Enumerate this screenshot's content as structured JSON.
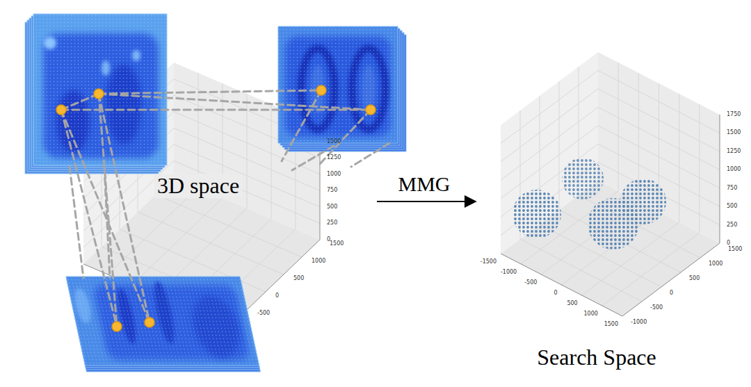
{
  "diagram": {
    "labels": [
      "3D space",
      "1500",
      "1250",
      "1000",
      "750",
      "500",
      "250",
      "0",
      "1500",
      "1000",
      "500",
      "0",
      "-500",
      "MMG",
      "1750",
      "1500",
      "1250",
      "1000",
      "750",
      "500",
      "250",
      "0",
      "1500",
      "1000",
      "500",
      "0",
      "-500",
      "-1000",
      "-1500",
      "-1000",
      "-500",
      "0",
      "500",
      "1000",
      "1500",
      "Search Space"
    ]
  }
}
